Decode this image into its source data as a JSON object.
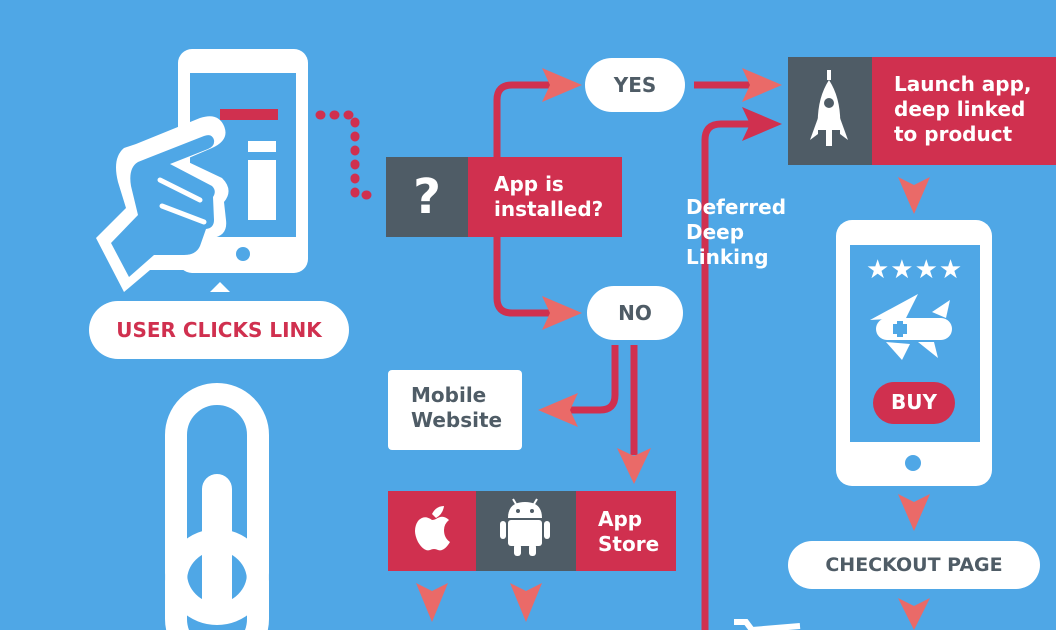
{
  "labels": {
    "user_clicks": "USER CLICKS LINK",
    "question_mark": "?",
    "app_installed_1": "App is",
    "app_installed_2": "installed?",
    "yes": "YES",
    "no": "NO",
    "launch_1": "Launch app,",
    "launch_2": "deep linked",
    "launch_3": "to product",
    "deferred_1": "Deferred",
    "deferred_2": "Deep",
    "deferred_3": "Linking",
    "mobile_1": "Mobile",
    "mobile_2": "Website",
    "store_1": "App",
    "store_2": "Store",
    "buy": "BUY",
    "checkout": "CHECKOUT PAGE",
    "stars": "★★★★"
  },
  "icons": {
    "hand": "pointing-hand-icon",
    "rocket": "rocket-icon",
    "apple": "apple-icon",
    "android": "android-icon",
    "knife": "multi-tool-knife-icon",
    "link": "chain-link-icon",
    "cart": "shopping-cart-icon"
  },
  "colors": {
    "background": "#4fa7e6",
    "accent_red": "#d0304f",
    "dark_slate": "#4f5c66",
    "white": "#ffffff",
    "arrow_salmon": "#ea6a68"
  }
}
